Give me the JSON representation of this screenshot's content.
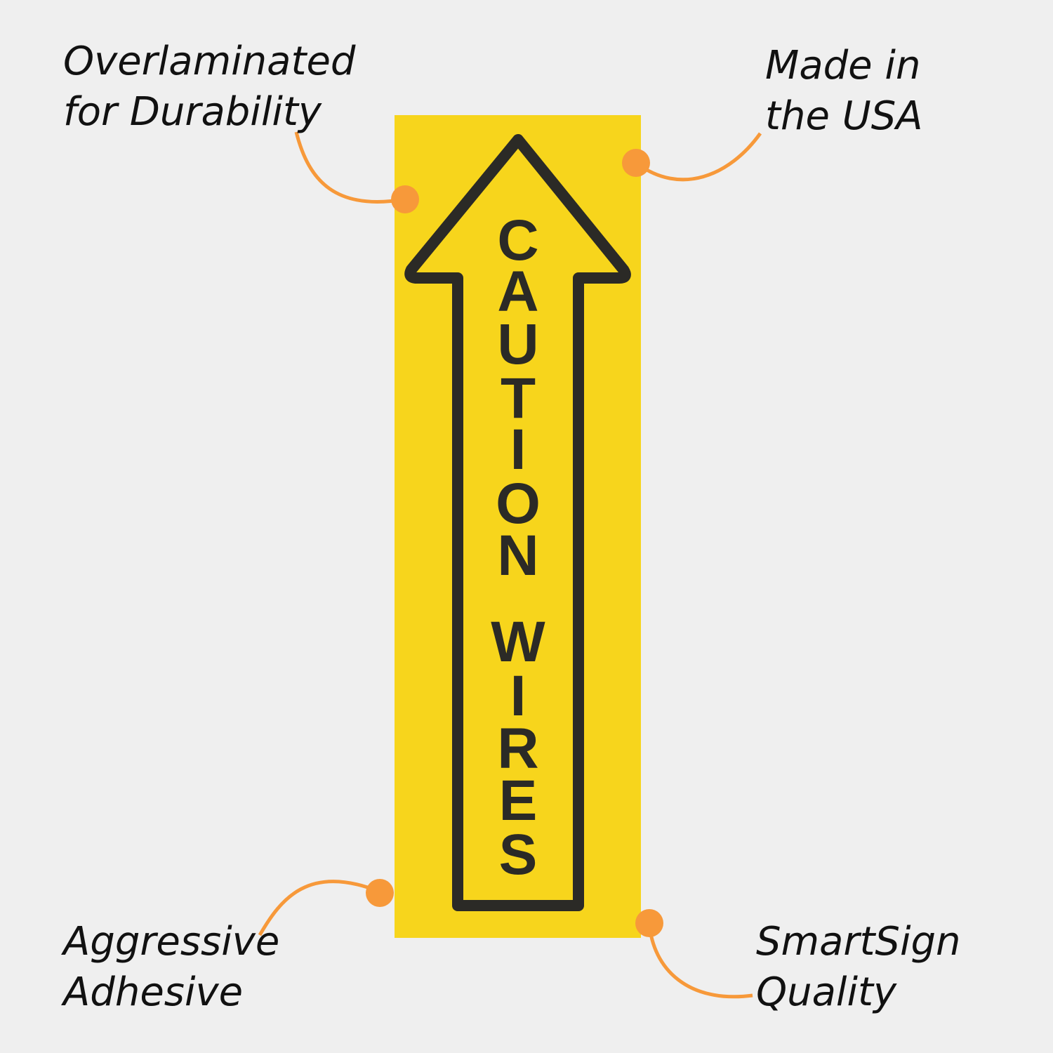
{
  "sign": {
    "letters": [
      "C",
      "A",
      "U",
      "T",
      "I",
      "O",
      "N",
      "W",
      "I",
      "R",
      "E",
      "S"
    ],
    "text": "CAUTION WIRES"
  },
  "callouts": {
    "top_left": [
      "Overlaminated",
      "for Durability"
    ],
    "top_right": [
      "Made in",
      "the USA"
    ],
    "bottom_left": [
      "Aggressive",
      "Adhesive"
    ],
    "bottom_right": [
      "SmartSign",
      "Quality"
    ]
  },
  "colors": {
    "background": "#efefef",
    "sign_yellow": "#f7d51c",
    "ink": "#2b2a26",
    "callout_orange": "#f7993a"
  }
}
